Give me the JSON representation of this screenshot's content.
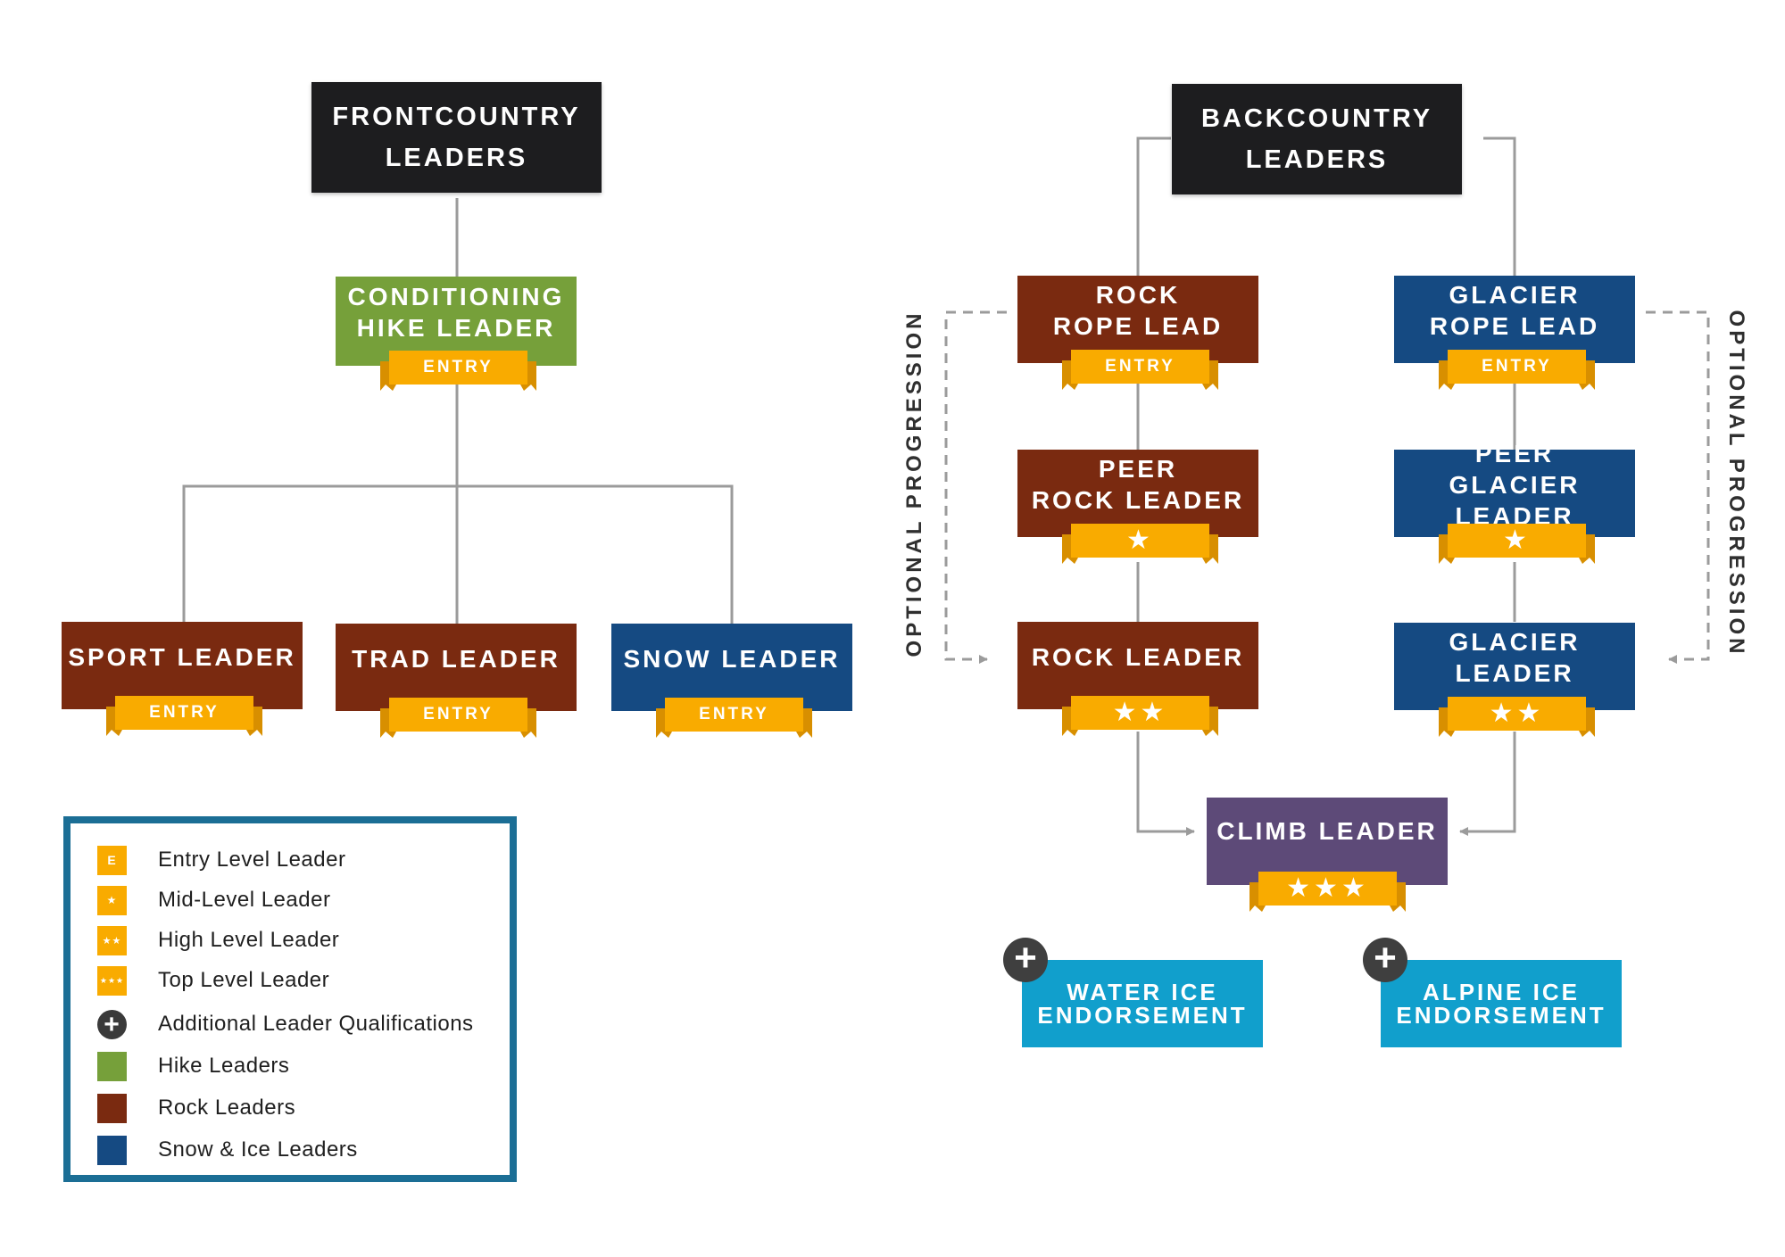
{
  "headers": {
    "frontcountry": [
      "FRONTCOUNTRY",
      "LEADERS"
    ],
    "backcountry": [
      "BACKCOUNTRY",
      "LEADERS"
    ]
  },
  "nodes": {
    "conditioning": {
      "lines": [
        "CONDITIONING",
        "HIKE LEADER"
      ],
      "badge": "ENTRY"
    },
    "sport": {
      "lines": [
        "SPORT LEADER"
      ],
      "badge": "ENTRY"
    },
    "trad": {
      "lines": [
        "TRAD LEADER"
      ],
      "badge": "ENTRY"
    },
    "snow": {
      "lines": [
        "SNOW LEADER"
      ],
      "badge": "ENTRY"
    },
    "rock_rope_lead": {
      "lines": [
        "ROCK",
        "ROPE LEAD"
      ],
      "badge": "ENTRY"
    },
    "peer_rock": {
      "lines": [
        "PEER",
        "ROCK LEADER"
      ],
      "badge": "★"
    },
    "rock_leader": {
      "lines": [
        "ROCK LEADER"
      ],
      "badge": "★★"
    },
    "glacier_rope_lead": {
      "lines": [
        "GLACIER",
        "ROPE LEAD"
      ],
      "badge": "ENTRY"
    },
    "peer_glacier": {
      "lines": [
        "PEER",
        "GLACIER LEADER"
      ],
      "badge": "★"
    },
    "glacier_leader": {
      "lines": [
        "GLACIER LEADER"
      ],
      "badge": "★★"
    },
    "climb_leader": {
      "lines": [
        "CLIMB LEADER"
      ],
      "badge": "★★★"
    },
    "water_ice": {
      "lines": [
        "WATER ICE",
        "ENDORSEMENT"
      ]
    },
    "alpine_ice": {
      "lines": [
        "ALPINE ICE",
        "ENDORSEMENT"
      ]
    }
  },
  "side_labels": {
    "left": "OPTIONAL PROGRESSION",
    "right": "OPTIONAL PROGRESSION"
  },
  "legend": [
    {
      "symbol": "E",
      "label": "Entry Level Leader",
      "color": "#f9ab00"
    },
    {
      "symbol": "★",
      "label": "Mid-Level Leader",
      "color": "#f9ab00"
    },
    {
      "symbol": "★★",
      "label": "High Level Leader",
      "color": "#f9ab00"
    },
    {
      "symbol": "★★★",
      "label": "Top Level Leader",
      "color": "#f9ab00"
    },
    {
      "symbol": "+",
      "label": "Additional Leader Qualifications",
      "color": "#3a3a3a"
    },
    {
      "symbol": "",
      "label": "Hike Leaders",
      "color": "#76a03a"
    },
    {
      "symbol": "",
      "label": "Rock Leaders",
      "color": "#7a2a10"
    },
    {
      "symbol": "",
      "label": "Snow & Ice Leaders",
      "color": "#154a82"
    }
  ],
  "colors": {
    "header": "#1d1d1f",
    "hike": "#76a03a",
    "rock": "#7a2a10",
    "snow_ice": "#154a82",
    "climb": "#5d4a78",
    "endorsement": "#119fcc",
    "ribbon": "#f9ab00",
    "legend_border": "#1b6e95"
  }
}
